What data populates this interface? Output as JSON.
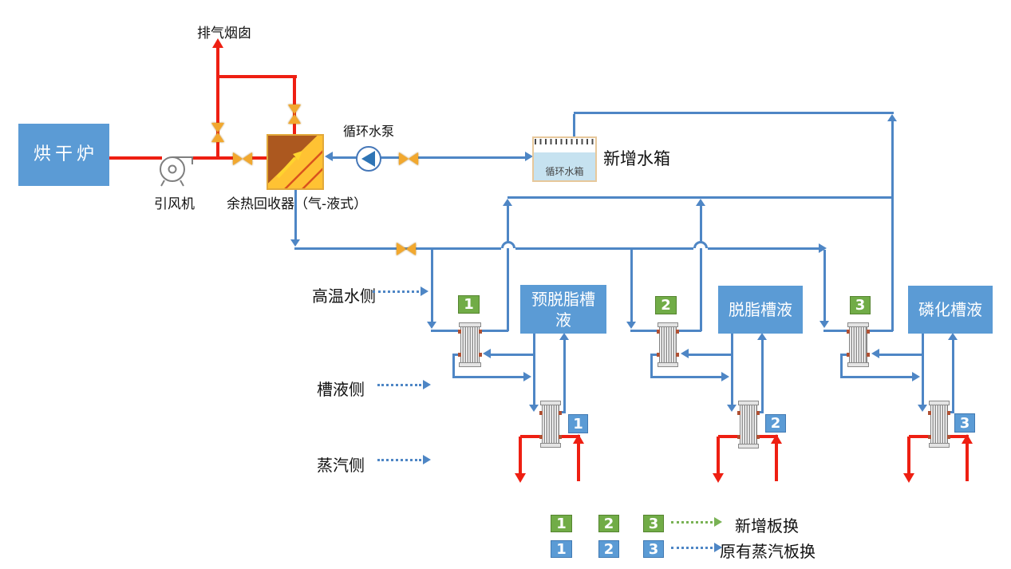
{
  "equipment": {
    "furnace": "烘干炉",
    "fan": "引风机",
    "chimney": "排气烟囱",
    "heat_recovery": "余热回收器（气-液式）",
    "pump": "循环水泵",
    "tank_caption": "新增水箱",
    "tank_label": "循环水箱"
  },
  "tanks": [
    {
      "label": "预脱脂槽液"
    },
    {
      "label": "脱脂槽液"
    },
    {
      "label": "磷化槽液"
    }
  ],
  "flow_labels": [
    {
      "label": "高温水侧"
    },
    {
      "label": "槽液侧"
    },
    {
      "label": "蒸汽侧"
    }
  ],
  "hx_new": [
    "1",
    "2",
    "3"
  ],
  "hx_steam": [
    "1",
    "2",
    "3"
  ],
  "legend": {
    "new_badges": [
      "1",
      "2",
      "3"
    ],
    "new_label": "新增板换",
    "steam_badges": [
      "1",
      "2",
      "3"
    ],
    "steam_label": "原有蒸汽板换"
  },
  "colors": {
    "pipe_blue": "#4E86C5",
    "pipe_red": "#EE1F12",
    "box_blue": "#5B9BD5",
    "badge_green": "#71AC47",
    "valve_gold": "#F2A82E"
  }
}
